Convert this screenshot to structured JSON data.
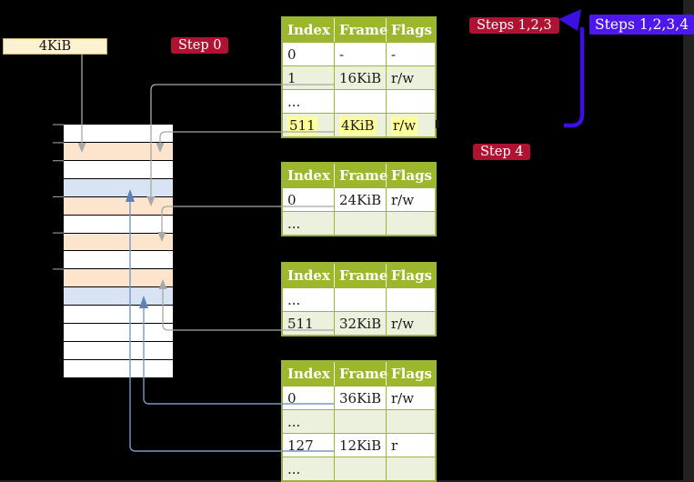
{
  "labels": {
    "page_size": "4KiB"
  },
  "badges": {
    "step0": "Step 0",
    "steps123": "Steps 1,2,3",
    "steps1234": "Steps 1,2,3,4",
    "step4": "Step 4"
  },
  "table_headers": [
    "Index",
    "Frame",
    "Flags"
  ],
  "page_tables": [
    {
      "name": "page-table-1",
      "rows": [
        {
          "cells": [
            "0",
            "-",
            "-"
          ],
          "shade": false,
          "highlight": false
        },
        {
          "cells": [
            "1",
            "16KiB",
            "r/w"
          ],
          "shade": true,
          "highlight": false
        },
        {
          "cells": [
            "...",
            "",
            ""
          ],
          "shade": false,
          "highlight": false
        },
        {
          "cells": [
            "511",
            "4KiB",
            "r/w"
          ],
          "shade": true,
          "highlight": true
        }
      ]
    },
    {
      "name": "page-table-2",
      "rows": [
        {
          "cells": [
            "0",
            "24KiB",
            "r/w"
          ],
          "shade": false,
          "highlight": false
        },
        {
          "cells": [
            "...",
            "",
            ""
          ],
          "shade": true,
          "highlight": false
        }
      ]
    },
    {
      "name": "page-table-3",
      "rows": [
        {
          "cells": [
            "...",
            "",
            ""
          ],
          "shade": false,
          "highlight": false
        },
        {
          "cells": [
            "511",
            "32KiB",
            "r/w"
          ],
          "shade": true,
          "highlight": false
        }
      ]
    },
    {
      "name": "page-table-4",
      "rows": [
        {
          "cells": [
            "0",
            "36KiB",
            "r/w"
          ],
          "shade": false,
          "highlight": false
        },
        {
          "cells": [
            "...",
            "",
            ""
          ],
          "shade": true,
          "highlight": false
        },
        {
          "cells": [
            "127",
            "12KiB",
            "r"
          ],
          "shade": false,
          "highlight": false
        },
        {
          "cells": [
            "...",
            "",
            ""
          ],
          "shade": true,
          "highlight": false
        }
      ]
    }
  ],
  "memory_column": {
    "rows": [
      {
        "fill": "white"
      },
      {
        "fill": "peach"
      },
      {
        "fill": "white"
      },
      {
        "fill": "blue"
      },
      {
        "fill": "peach"
      },
      {
        "fill": "white"
      },
      {
        "fill": "peach"
      },
      {
        "fill": "white"
      },
      {
        "fill": "peach"
      },
      {
        "fill": "blue"
      },
      {
        "fill": "white"
      },
      {
        "fill": "white"
      },
      {
        "fill": "white"
      },
      {
        "fill": "white"
      }
    ]
  },
  "colors": {
    "background": "#000000",
    "table_header_green": "#9cb72b",
    "table_border_green": "#9bb43c",
    "table_row_shade": "#ebf1dd",
    "highlight_yellow": "#ffff99",
    "memory_peach": "#fce4cd",
    "memory_blue": "#d8e4f3",
    "badge_red": "#b01331",
    "badge_violet": "#4d17ee",
    "flow_arrow_blue": "#3b10e1",
    "connector_gray": "#a8a8a8",
    "connector_blue": "#7b97c6",
    "connector_blue_head": "#5e81b5",
    "label_cream_bg": "#fdf2cf",
    "label_cream_border": "#c3b173"
  }
}
